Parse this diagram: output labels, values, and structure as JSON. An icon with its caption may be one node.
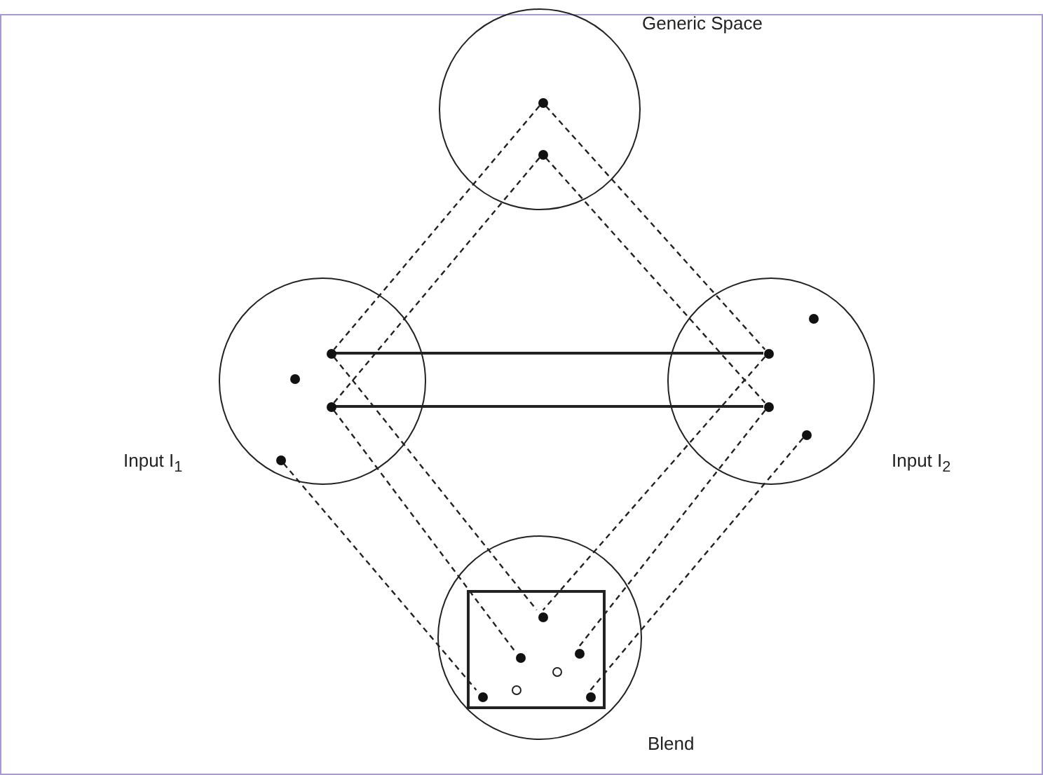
{
  "diagram": {
    "nodes": [
      {
        "text": [
          "Generic Space"
        ]
      },
      {
        "text": [],
        "shape": "dot",
        "in": 0
      },
      {
        "text": [],
        "shape": "dot",
        "in": 0
      },
      {
        "text": [
          "Input I$_{1}$"
        ]
      },
      {
        "text": [],
        "shape": "dot",
        "in": 3
      },
      {
        "text": [],
        "shape": "dot",
        "in": 3
      },
      {
        "text": [],
        "shape": "dot",
        "in": 3
      },
      {
        "text": [],
        "shape": "dot",
        "in": 3
      },
      {
        "text": [
          "Input I$_{2}$"
        ]
      },
      {
        "text": [],
        "shape": "dot",
        "in": 8
      },
      {
        "text": [],
        "shape": "dot",
        "in": 8
      },
      {
        "text": [],
        "shape": "dot",
        "in": 8
      },
      {
        "text": [],
        "shape": "dot",
        "in": 8
      },
      {
        "text": [
          "Blend"
        ]
      },
      {
        "text": [],
        "shape": "box",
        "in": 13
      },
      {
        "text": [],
        "shape": "dot",
        "in": 14
      },
      {
        "text": [],
        "shape": "dot",
        "in": 14
      },
      {
        "text": [],
        "shape": "dot",
        "in": 14
      },
      {
        "text": [],
        "shape": "circle",
        "in": 14
      },
      {
        "text": [],
        "shape": "circle",
        "in": 14
      },
      {
        "text": [],
        "shape": "dot",
        "in": 14
      },
      {
        "text": [],
        "shape": "dot",
        "in": 14
      }
    ],
    "edges": [
      {
        "from": 1,
        "to": 4,
        "arrow": "none",
        "style": "dashed"
      },
      {
        "from": 1,
        "to": 10,
        "arrow": "none",
        "style": "dashed"
      },
      {
        "from": 2,
        "to": 6,
        "arrow": "none",
        "style": "dashed"
      },
      {
        "from": 2,
        "to": 11,
        "arrow": "none",
        "style": "dashed"
      },
      {
        "from": 4,
        "to": 10,
        "arrow": "none"
      },
      {
        "from": 6,
        "to": 11,
        "arrow": "none"
      },
      {
        "from": 4,
        "to": 15,
        "arrow": "none",
        "style": "dashed"
      },
      {
        "from": 6,
        "to": 17,
        "arrow": "none",
        "style": "dashed"
      },
      {
        "from": 7,
        "to": 20,
        "arrow": "none",
        "style": "dashed"
      },
      {
        "from": 10,
        "to": 15,
        "arrow": "none",
        "style": "dashed"
      },
      {
        "from": 11,
        "to": 16,
        "arrow": "none",
        "style": "dashed"
      },
      {
        "from": 12,
        "to": 21,
        "arrow": "none",
        "style": "dashed"
      }
    ]
  }
}
